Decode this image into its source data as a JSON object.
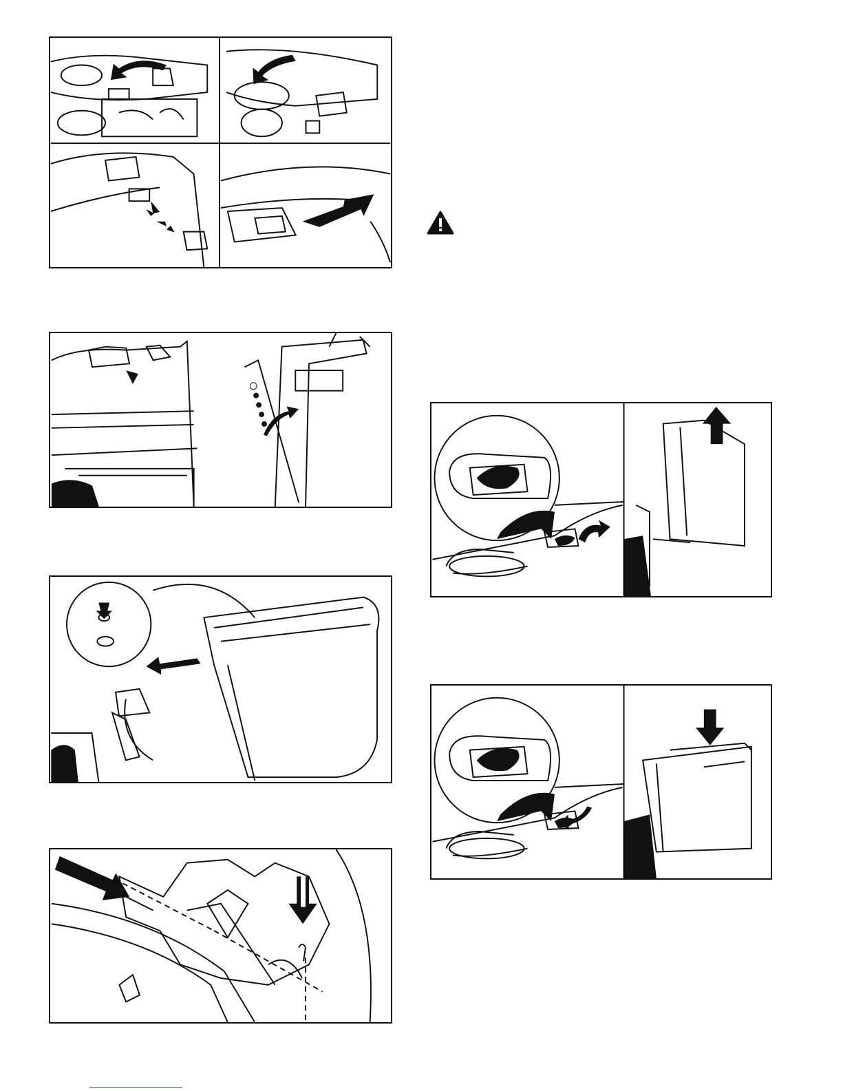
{
  "page": {
    "background": "#ffffff",
    "line_color": "#111111",
    "footer_link_color": "#3a5fcd"
  },
  "icons": {
    "warning": "warning-triangle-icon"
  },
  "figures": [
    {
      "id": "fig-1",
      "description_icon": "harness-connector-illustration",
      "panels": 4
    },
    {
      "id": "fig-2",
      "description_icon": "bag-handle-illustration",
      "panels": 1
    },
    {
      "id": "fig-3",
      "description_icon": "bag-mount-illustration",
      "panels": 1
    },
    {
      "id": "fig-4",
      "description_icon": "pin-hitch-illustration",
      "panels": 1
    },
    {
      "id": "fig-5",
      "description_icon": "knob-remove-bag-illustration",
      "panels": 2
    },
    {
      "id": "fig-6",
      "description_icon": "knob-install-bag-illustration",
      "panels": 2
    }
  ]
}
